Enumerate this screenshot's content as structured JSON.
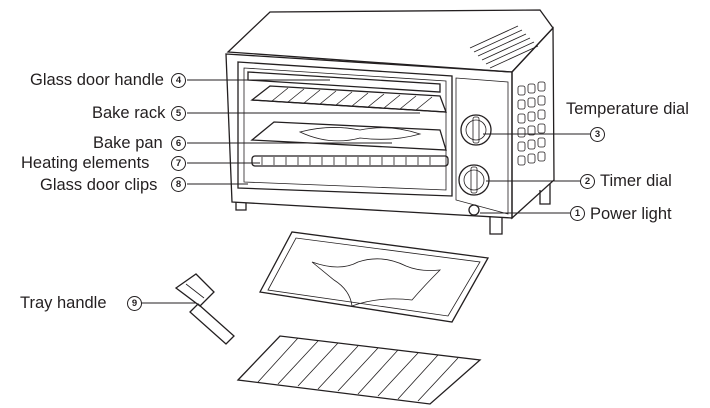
{
  "labels": {
    "glass_door_handle": {
      "text": "Glass door handle",
      "num": "4"
    },
    "bake_rack": {
      "text": "Bake rack",
      "num": "5"
    },
    "bake_pan": {
      "text": "Bake pan",
      "num": "6"
    },
    "heating_elements": {
      "text": "Heating elements",
      "num": "7"
    },
    "glass_door_clips": {
      "text": "Glass door clips",
      "num": "8"
    },
    "tray_handle": {
      "text": "Tray handle",
      "num": "9"
    },
    "temperature_dial": {
      "text": "Temperature dial",
      "num": "3"
    },
    "timer_dial": {
      "text": "Timer dial",
      "num": "2"
    },
    "power_light": {
      "text": "Power light",
      "num": "1"
    }
  }
}
